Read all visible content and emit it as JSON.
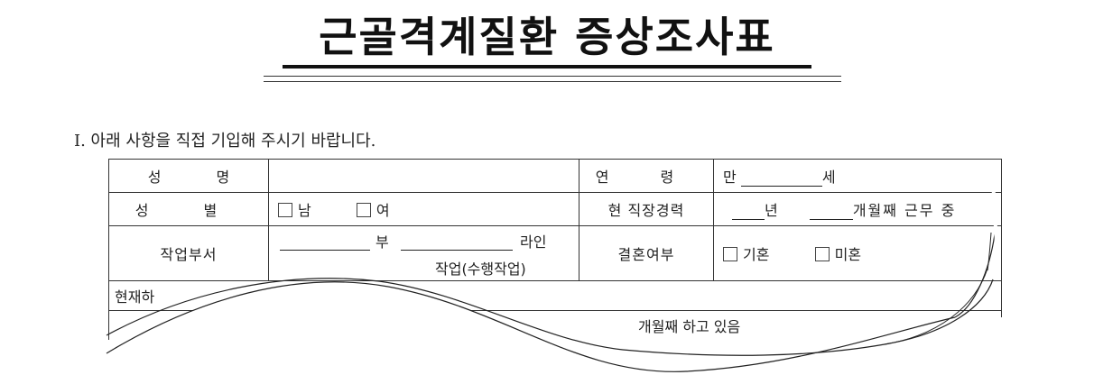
{
  "document": {
    "title": "근골격계질환 증상조사표",
    "instruction": "I. 아래 사항을 직접 기입해 주시기 바랍니다."
  },
  "form": {
    "row1": {
      "name_label": "성 명",
      "age_label": "연 령",
      "age_prefix": "만",
      "age_suffix": "세"
    },
    "row2": {
      "gender_label": "성 별",
      "gender_male": "남",
      "gender_female": "여",
      "career_label": "현 직장경력",
      "career_year": "년",
      "career_month": "개월째 근무 중"
    },
    "row3": {
      "dept_label": "작업부서",
      "dept_bu": "부",
      "dept_line": "라인",
      "dept_task": "작업(수행작업)",
      "marriage_label": "결혼여부",
      "married": "기혼",
      "single": "미혼"
    },
    "row4": {
      "current_label_partial": "현재하",
      "current_partial": "개월째 하고 있음"
    }
  }
}
